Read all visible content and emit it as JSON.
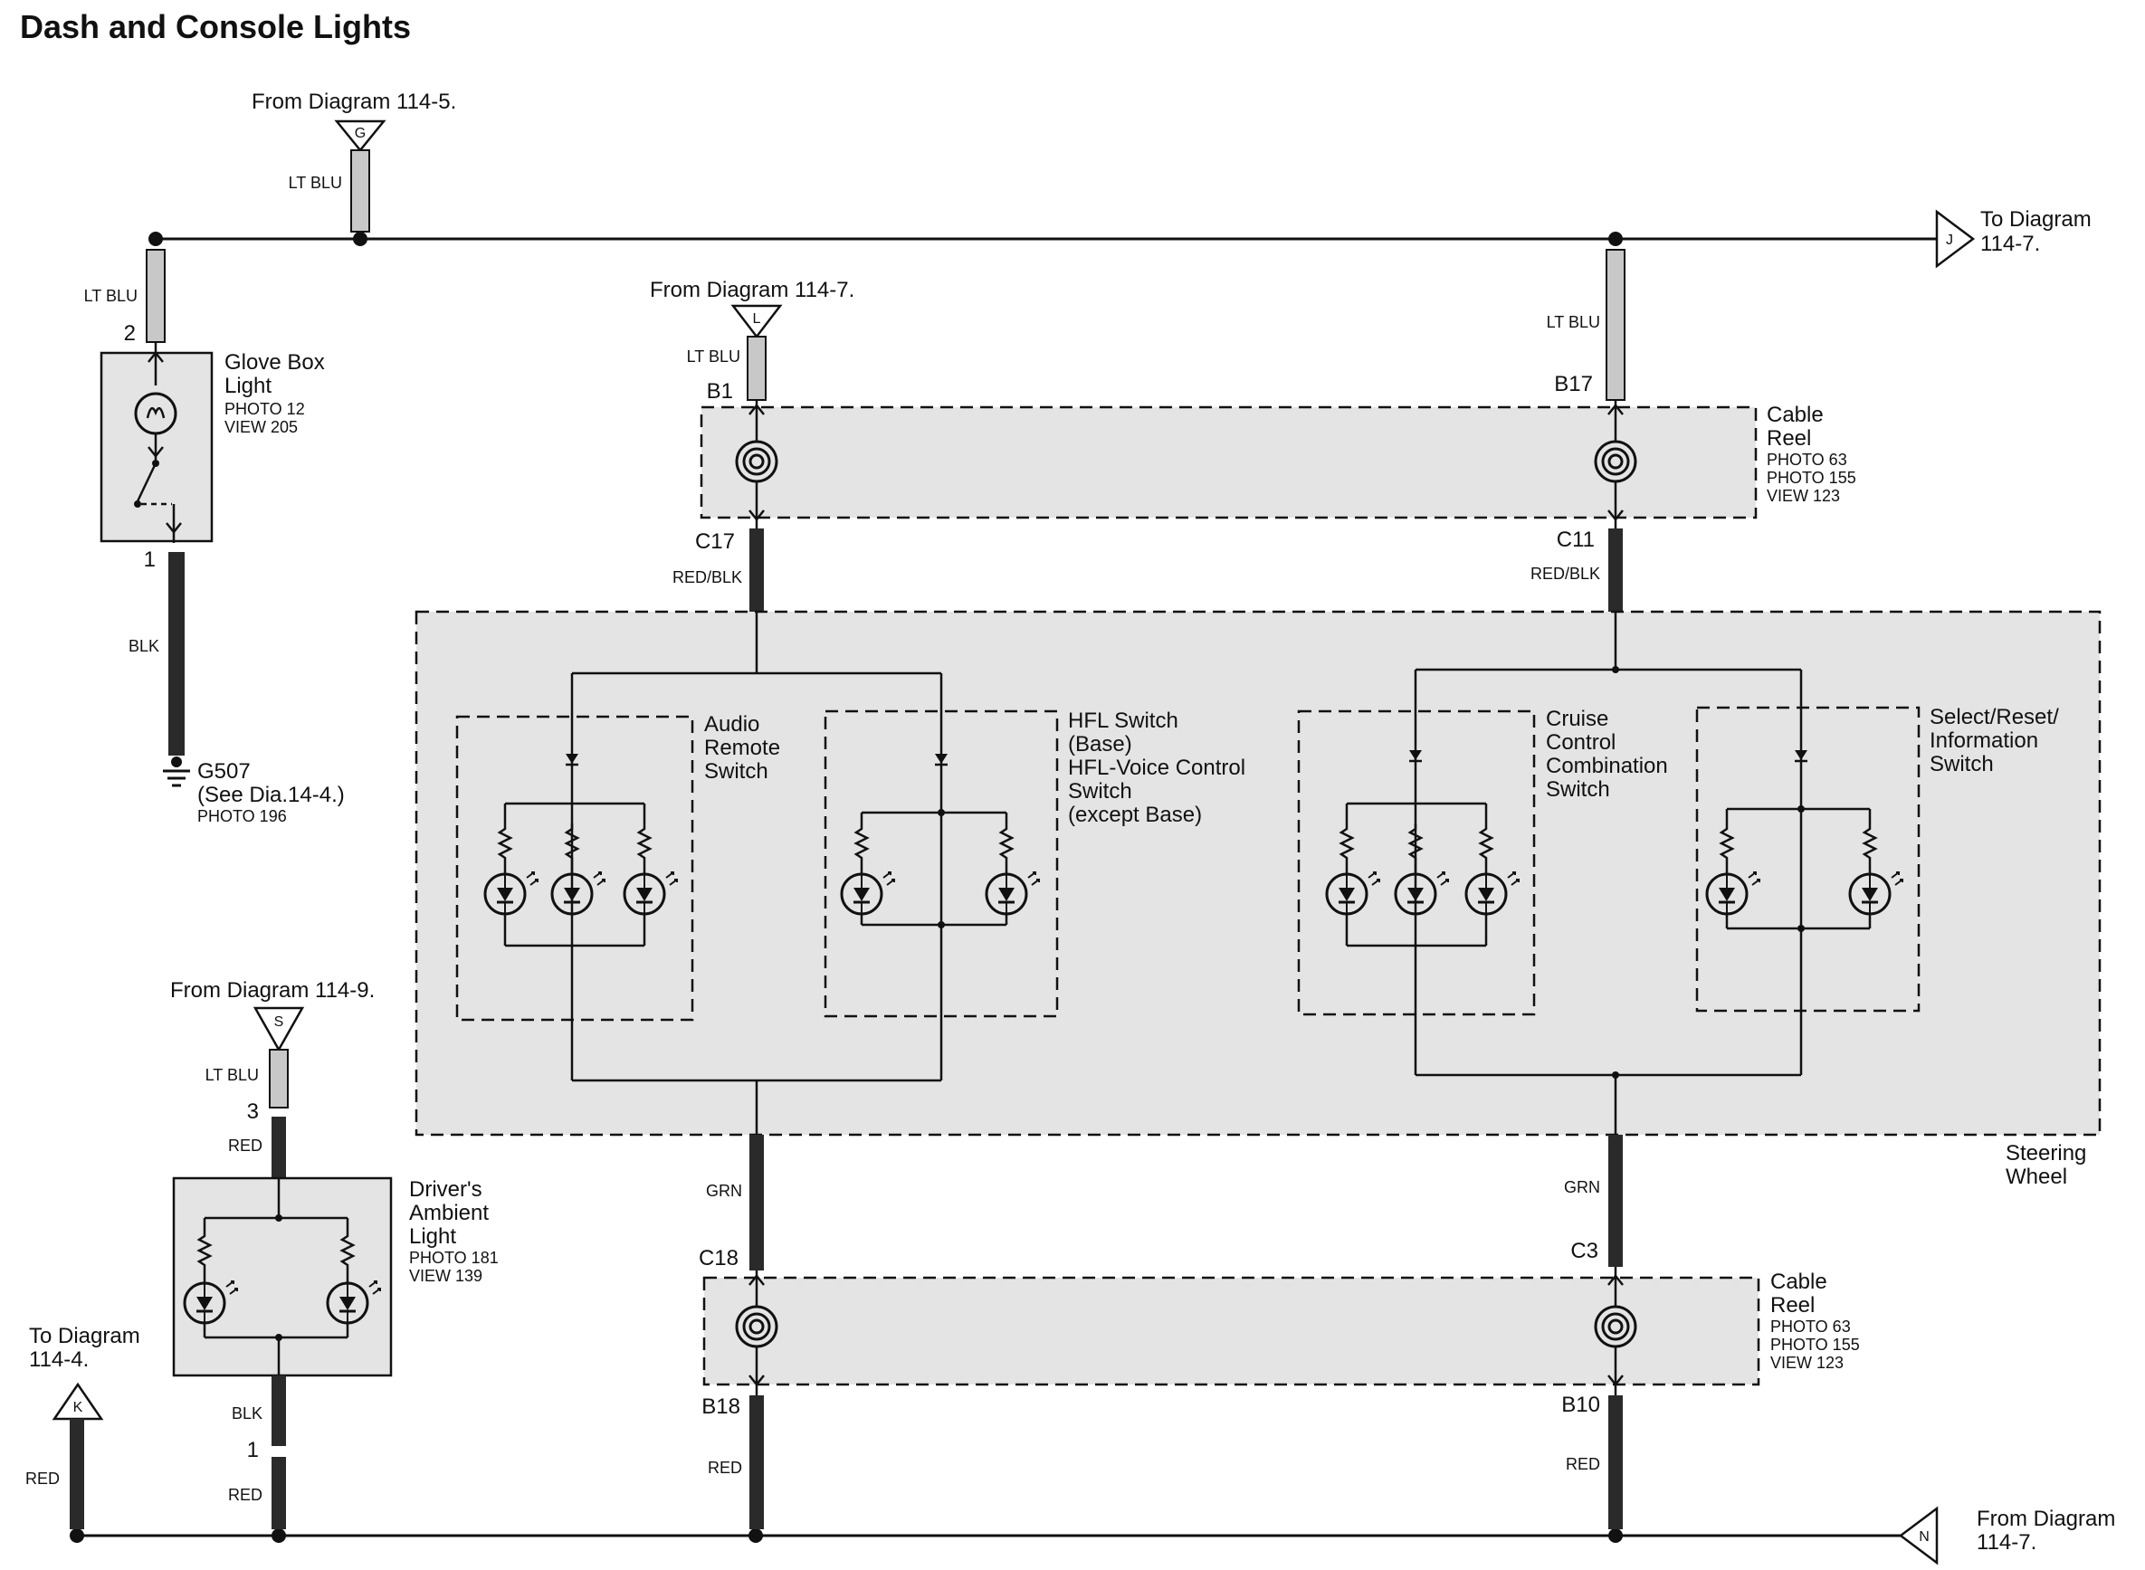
{
  "title": "Dash and Console Lights",
  "colors": {
    "box_fill": "#e4e4e4",
    "wire_lt_blu": "#c8c8c8",
    "wire_dark": "#2a2a2a",
    "line": "#111111"
  },
  "connectors": {
    "G": {
      "letter": "G",
      "label": "From Diagram 114-5."
    },
    "L": {
      "letter": "L",
      "label": "From Diagram 114-7."
    },
    "J": {
      "letter": "J",
      "label_1": "To Diagram",
      "label_2": "114-7."
    },
    "S": {
      "letter": "S",
      "label": "From Diagram 114-9."
    },
    "K": {
      "letter": "K",
      "label_1": "To Diagram",
      "label_2": "114-4."
    },
    "N": {
      "letter": "N",
      "label_1": "From Diagram",
      "label_2": "114-7."
    }
  },
  "wire_colors": {
    "g_stub": "LT BLU",
    "glove_top": "LT BLU",
    "glove_bottom": "BLK",
    "l_stub": "LT BLU",
    "right_top": "LT BLU",
    "left_mid": "RED/BLK",
    "right_mid": "RED/BLK",
    "left_low": "GRN",
    "right_low": "GRN",
    "left_bottom": "RED",
    "right_bottom": "RED",
    "driver_top_1": "LT BLU",
    "driver_top_2": "RED",
    "driver_bottom_1": "BLK",
    "driver_bottom_2": "RED",
    "k_wire": "RED"
  },
  "pins": {
    "glove_2": "2",
    "glove_1": "1",
    "b1": "B1",
    "b17": "B17",
    "c17": "C17",
    "c11": "C11",
    "c18": "C18",
    "c3": "C3",
    "b18": "B18",
    "b10": "B10",
    "driver_3": "3",
    "driver_1": "1"
  },
  "components": {
    "glove_box": {
      "line1": "Glove Box",
      "line2": "Light",
      "photo": "PHOTO 12",
      "view": "VIEW 205"
    },
    "ground": {
      "line1": "G507",
      "line2": "(See Dia.14-4.)",
      "photo": "PHOTO 196"
    },
    "cable_reel_top": {
      "line1": "Cable",
      "line2": "Reel",
      "photo1": "PHOTO 63",
      "photo2": "PHOTO 155",
      "view": "VIEW 123"
    },
    "cable_reel_bottom": {
      "line1": "Cable",
      "line2": "Reel",
      "photo1": "PHOTO 63",
      "photo2": "PHOTO 155",
      "view": "VIEW 123"
    },
    "audio_switch": {
      "line1": "Audio",
      "line2": "Remote",
      "line3": "Switch"
    },
    "hfl_switch": {
      "line1": "HFL Switch",
      "line2": "(Base)",
      "line3": "HFL-Voice Control",
      "line4": "Switch",
      "line5": "(except Base)"
    },
    "cruise_switch": {
      "line1": "Cruise",
      "line2": "Control",
      "line3": "Combination",
      "line4": "Switch"
    },
    "select_switch": {
      "line1": "Select/Reset/",
      "line2": "Information",
      "line3": "Switch"
    },
    "steering_wheel": {
      "line1": "Steering",
      "line2": "Wheel"
    },
    "driver_light": {
      "line1": "Driver's",
      "line2": "Ambient",
      "line3": "Light",
      "photo": "PHOTO 181",
      "view": "VIEW 139"
    }
  }
}
